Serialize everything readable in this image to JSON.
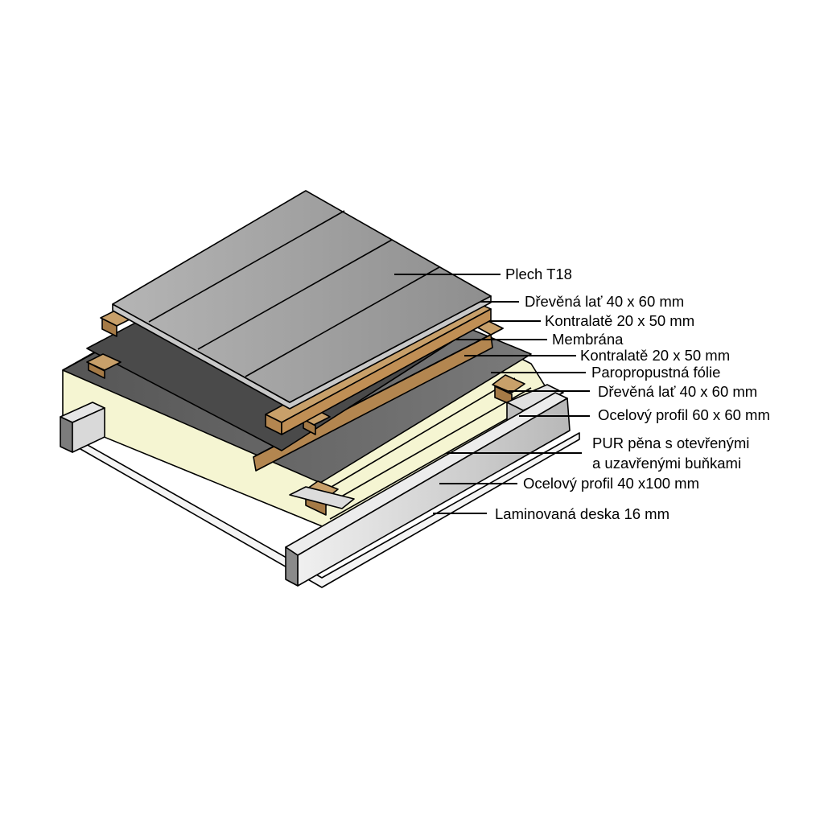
{
  "labels": {
    "plech": "Plech T18",
    "lat_top": "Dřevěná lať 40 x 60 mm",
    "kontralate_top": "Kontralatě 20 x 50 mm",
    "membrana": "Membrána",
    "kontralate_bottom": "Kontralatě 20 x 50 mm",
    "folie": "Paropropustná fólie",
    "lat_bottom": "Dřevěná lať 40 x 60 mm",
    "profil_60": "Ocelový profil 60 x 60 mm",
    "pur_line1": "PUR pěna s otevřenými",
    "pur_line2": "a uzavřenými buňkami",
    "profil_40": "Ocelový profil 40 x100 mm",
    "deska": "Laminovaná deska 16 mm"
  },
  "colors": {
    "metal": "#a6a6a6",
    "membrane": "#4a4a4a",
    "foil": "#636363",
    "wood": "#c8a06a",
    "foam": "#f5f5d2",
    "steel": "#d4d4d4"
  }
}
